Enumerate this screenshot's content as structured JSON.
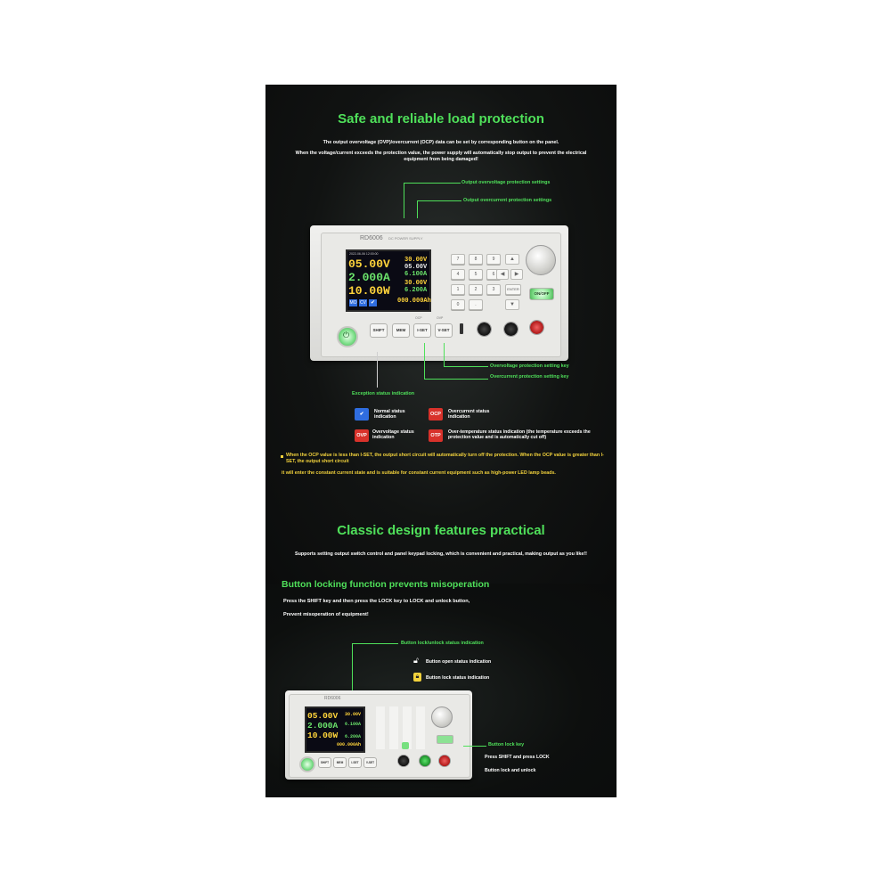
{
  "section1": {
    "title": "Safe and reliable load protection",
    "desc_line1": "The output overvoltage (OVP)/overcurrent (OCP) data can be set by corresponding button on the panel.",
    "desc_line2": "When the voltage/current exceeds the protection value, the power supply will automatically stop output to prevent the electrical equipment from being damaged!",
    "callouts": {
      "ovp_settings": "Output overvoltage protection settings",
      "ocp_settings": "Output overcurrent protection settings",
      "ovp_key": "Overvoltage protection setting key",
      "ocp_key": "Overcurrent protection setting key",
      "exception": "Exception status indication"
    },
    "legend": [
      {
        "badge": "✔",
        "color": "#2f6de0",
        "text": "Normal status indication"
      },
      {
        "badge": "OCP",
        "color": "#d8322b",
        "text": "Overcurrent status indication"
      },
      {
        "badge": "OVP",
        "color": "#d8322b",
        "text": "Overvoltage status indication"
      },
      {
        "badge": "OTP",
        "color": "#d8322b",
        "text": "Over-temperature status indication (the temperature exceeds the protection value and is automatically cut off)"
      }
    ],
    "notes": [
      "When the OCP value is less than I-SET, the output short circuit will automatically turn off the protection. When the OCP value is greater than I-SET, the output short circuit",
      "it will enter the constant current state and is suitable for constant current equipment such as high-power LED lamp beads."
    ]
  },
  "device": {
    "model": "RD6006",
    "brand": "DC POWER SUPPLY",
    "status_line": "2022-06-06 12:00:00",
    "voltage": "05.00V",
    "current": "2.000A",
    "power": "10.00W",
    "set_v": "30.00V",
    "set_v2": "05.00V",
    "set_i": "6.100A",
    "ovp": "30.00V",
    "ocp": "6.200A",
    "capacity": "000.000Ah",
    "mode_tags": [
      "MO",
      "CV"
    ],
    "keypad": [
      "7",
      "8",
      "9",
      "4",
      "5",
      "6",
      "1",
      "2",
      "3",
      "0",
      "."
    ],
    "enter": "ENTER",
    "on_off": "ON/OFF",
    "buttons": [
      "SHIFT",
      "MEM",
      "I-SET",
      "V-SET"
    ],
    "sublabels": [
      "OCP",
      "OVP"
    ]
  },
  "section2": {
    "title": "Classic design features practical",
    "desc": "Supports setting output switch control and panel keypad locking, which is convenient and practical, making output as you like!!",
    "subtitle": "Button locking function prevents misoperation",
    "line1": "Press the SHIFT key and then press the LOCK key to LOCK and unlock button,",
    "line2": "Prevent misoperation of equipment!",
    "lock_status": "Button lock/unlock status indication",
    "open_status": "Button open status indication",
    "locked_status": "Button lock status indication",
    "lock_key": "Button lock key",
    "press_text": "Press SHIFT and press LOCK",
    "lock_unlock": "Button lock and unlock"
  },
  "colors": {
    "accent": "#4fe05a",
    "warn": "#f2d23c",
    "danger": "#d8322b"
  }
}
